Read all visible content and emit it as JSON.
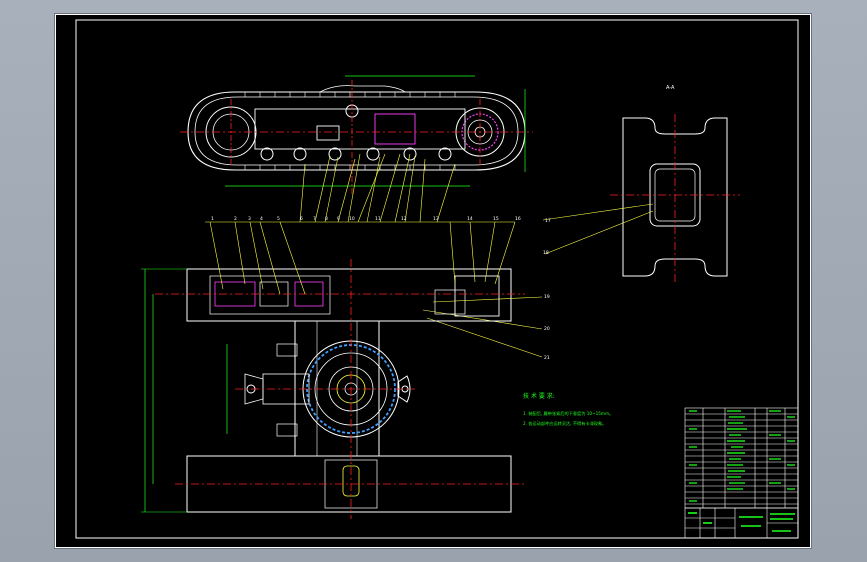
{
  "drawing": {
    "tech_req_title": "技 术 要 求:",
    "tech_req_lines": [
      "1. 装配后, 履带张紧后的下垂度为 10~15mm。",
      "2. 各运动部件应运转灵活, 不得有卡滞现象。"
    ],
    "section_label": "A-A",
    "balloon_numbers_top": [
      "1",
      "2",
      "3",
      "4",
      "5",
      "6",
      "7",
      "8",
      "9",
      "10",
      "11",
      "12",
      "13",
      "14",
      "15",
      "16"
    ],
    "balloon_numbers_right": [
      "17",
      "18",
      "19",
      "20",
      "21"
    ],
    "colors": {
      "background": "#000000",
      "outline": "#ffffff",
      "centerline": "#ff2020",
      "dimension": "#20ff20",
      "leader": "#ffff40",
      "detail": "#ff40ff",
      "hidden": "#40a0ff"
    }
  }
}
